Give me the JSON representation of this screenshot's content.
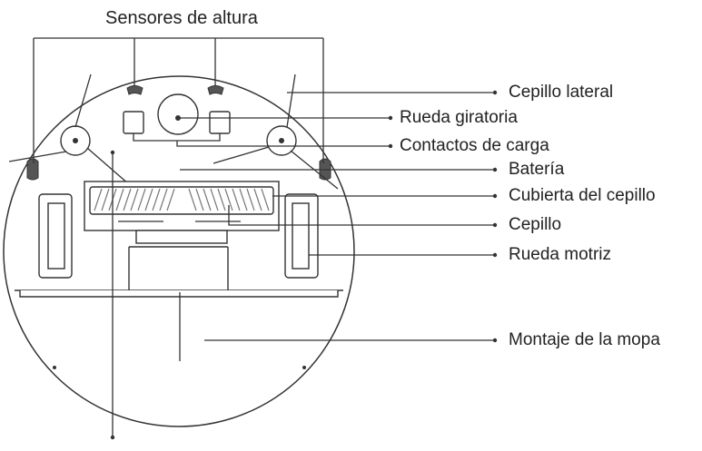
{
  "title": "Sensores de altura",
  "labels": {
    "cepillo_lateral": "Cepillo lateral",
    "rueda_giratoria": "Rueda giratoria",
    "contactos_carga": "Contactos de carga",
    "bateria": "Batería",
    "cubierta_cepillo": "Cubierta del cepillo",
    "cepillo": "Cepillo",
    "rueda_motriz": "Rueda motriz",
    "montaje_mopa": "Montaje de la mopa"
  },
  "colors": {
    "line": "#333333",
    "text": "#222222",
    "background": "#ffffff"
  }
}
